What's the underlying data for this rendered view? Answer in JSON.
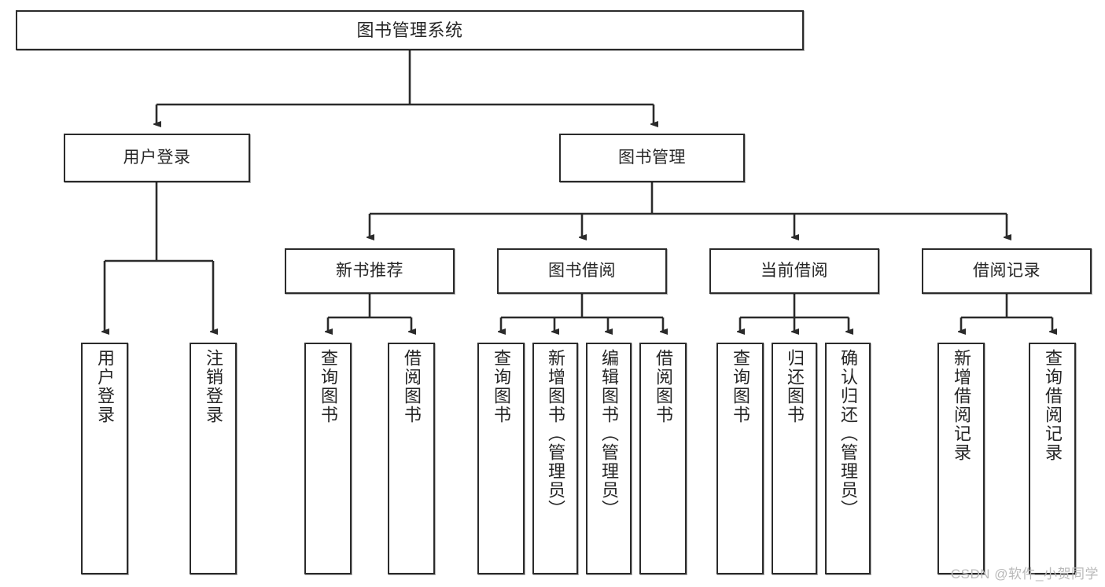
{
  "diagram": {
    "title": "图书管理系统",
    "watermark": "CSDN @软件_小贺同学",
    "colors": {
      "stroke": "#2b2b2b",
      "fill": "#ffffff",
      "text": "#262626",
      "watermark": "#b9b9b9"
    },
    "root": {
      "label": "图书管理系统"
    },
    "level2": [
      {
        "label": "用户登录"
      },
      {
        "label": "图书管理"
      }
    ],
    "level3": [
      {
        "label": "新书推荐"
      },
      {
        "label": "图书借阅"
      },
      {
        "label": "当前借阅"
      },
      {
        "label": "借阅记录"
      }
    ],
    "leaves": {
      "user_login": [
        {
          "label": "用户登录"
        },
        {
          "label": "注销登录"
        }
      ],
      "new_book_recommend": [
        {
          "label": "查询图书"
        },
        {
          "label": "借阅图书"
        }
      ],
      "book_borrow": [
        {
          "label": "查询图书"
        },
        {
          "label": "新增图书（管理员）"
        },
        {
          "label": "编辑图书（管理员）"
        },
        {
          "label": "借阅图书"
        }
      ],
      "current_borrow": [
        {
          "label": "查询图书"
        },
        {
          "label": "归还图书"
        },
        {
          "label": "确认归还（管理员）"
        }
      ],
      "borrow_record": [
        {
          "label": "新增借阅记录"
        },
        {
          "label": "查询借阅记录"
        }
      ]
    }
  }
}
